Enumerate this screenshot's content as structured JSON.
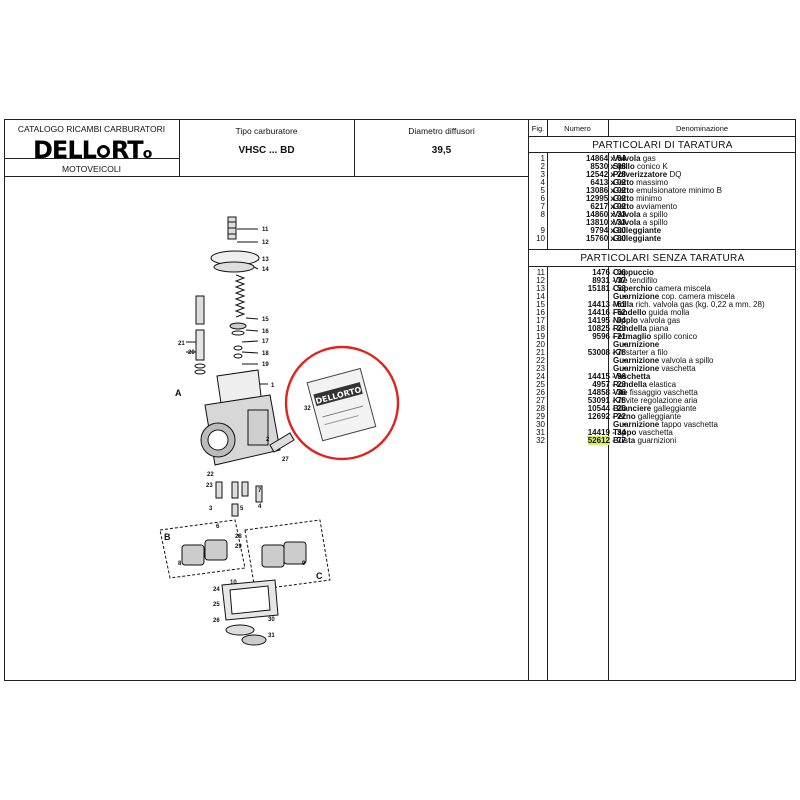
{
  "header": {
    "catalog_title": "CATALOGO RICAMBI CARBURATORI",
    "brand": "DELLORTO",
    "category": "MOTOVEICOLI",
    "type_label": "Tipo carburatore",
    "type_value": "VHSC ... BD",
    "diameter_label": "Diametro diffusori",
    "diameter_value": "39,5"
  },
  "parts_table": {
    "col_fig": "Fig.",
    "col_numero": "Numero",
    "col_denominazione": "Denominazione",
    "section_calibration": "PARTICOLARI DI TARATURA",
    "section_no_calibration": "PARTICOLARI SENZA TARATURA",
    "rows_calibration": [
      {
        "fig": "1",
        "num": "14864 x 64",
        "bold": "Valvola",
        "rest": " gas"
      },
      {
        "fig": "2",
        "num": "8530 x 08",
        "bold": "Spillo",
        "rest": " conico K"
      },
      {
        "fig": "3",
        "num": "12542 x 28",
        "bold": "Polverizzatore",
        "rest": " DQ"
      },
      {
        "fig": "4",
        "num": "6413 x 02",
        "bold": "Getto",
        "rest": " massimo"
      },
      {
        "fig": "5",
        "num": "13086 x 02",
        "bold": "Getto",
        "rest": " emulsionatore minimo B"
      },
      {
        "fig": "6",
        "num": "12995 x 02",
        "bold": "Getto",
        "rest": " minimo"
      },
      {
        "fig": "7",
        "num": "6217 x 02",
        "bold": "Getto",
        "rest": " avviamento"
      },
      {
        "fig": "8",
        "num": "14860 x 33",
        "bold": "Valvola",
        "rest": " a spillo"
      },
      {
        "fig": "",
        "num": "13810 x 33",
        "bold": "Valvola",
        "rest": " a spillo"
      },
      {
        "fig": "9",
        "num": "9794 x 80",
        "bold": "Galleggiante",
        "rest": ""
      },
      {
        "fig": "10",
        "num": "15760 x 80",
        "bold": "Galleggiante",
        "rest": ""
      }
    ],
    "rows_other": [
      {
        "fig": "11",
        "num": "1476 - 06",
        "bold": "Cappuccio",
        "rest": ""
      },
      {
        "fig": "12",
        "num": "8931 - 37",
        "bold": "Vite",
        "rest": " tendifilo"
      },
      {
        "fig": "13",
        "num": "15181 - 53",
        "bold": "Coperchio",
        "rest": " camera miscela"
      },
      {
        "fig": "14",
        "num": "•",
        "bold": "Guarnizione",
        "rest": " cop. camera miscela"
      },
      {
        "fig": "15",
        "num": "14413 - 61",
        "bold": "Molla",
        "rest": " rich. valvola gas (kg. 0,22 a mm. 28)"
      },
      {
        "fig": "16",
        "num": "14416 - 52",
        "bold": "Fondello",
        "rest": " guida molla"
      },
      {
        "fig": "17",
        "num": "14195 - 04",
        "bold": "Nipplo",
        "rest": " valvola gas"
      },
      {
        "fig": "18",
        "num": "10825 - 23",
        "bold": "Rondella",
        "rest": " piana"
      },
      {
        "fig": "19",
        "num": "9596 - 21",
        "bold": "Fermaglio",
        "rest": " spillo conico"
      },
      {
        "fig": "20",
        "num": "•",
        "bold": "Guarnizione",
        "rest": ""
      },
      {
        "fig": "21",
        "num": "53008 - 78",
        "bold": "Kit",
        "rest": " starter a filo"
      },
      {
        "fig": "22",
        "num": "•",
        "bold": "Guarnizione",
        "rest": " valvola a spillo"
      },
      {
        "fig": "23",
        "num": "•",
        "bold": "Guarnizione",
        "rest": " vaschetta"
      },
      {
        "fig": "24",
        "num": "14415 - 96",
        "bold": "Vaschetta",
        "rest": ""
      },
      {
        "fig": "25",
        "num": "4957 - 23",
        "bold": "Rondella",
        "rest": " elastica"
      },
      {
        "fig": "26",
        "num": "14858 - 36",
        "bold": "Vite",
        "rest": " fissaggio vaschetta"
      },
      {
        "fig": "27",
        "num": "53091 - 78",
        "bold": "Kit",
        "rest": " vite regolazione aria"
      },
      {
        "fig": "28",
        "num": "10544 - 26",
        "bold": "Bilanciere",
        "rest": " galleggiante"
      },
      {
        "fig": "29",
        "num": "12692 - 22",
        "bold": "Perno",
        "rest": " galleggiante"
      },
      {
        "fig": "30",
        "num": "•",
        "bold": "Guarnizione",
        "rest": " tappo vaschetta"
      },
      {
        "fig": "31",
        "num": "14419 - 34",
        "bold": "Tappo",
        "rest": " vaschetta",
        "underline": "14419"
      },
      {
        "fig": "32",
        "num": "52612 - 77",
        "bold": "Busta",
        "rest": " guarnizioni",
        "highlight": "52612"
      }
    ]
  },
  "diagram": {
    "callouts": [
      "1",
      "2",
      "3",
      "4",
      "5",
      "6",
      "7",
      "8",
      "9",
      "10",
      "11",
      "12",
      "13",
      "14",
      "15",
      "16",
      "17",
      "18",
      "19",
      "20",
      "21",
      "22",
      "23",
      "24",
      "25",
      "26",
      "27",
      "28",
      "29",
      "30",
      "31",
      "32"
    ],
    "group_labels": [
      "A",
      "B",
      "C"
    ],
    "packet_brand": "DELLORTO",
    "highlight_color": "#e0231c"
  }
}
